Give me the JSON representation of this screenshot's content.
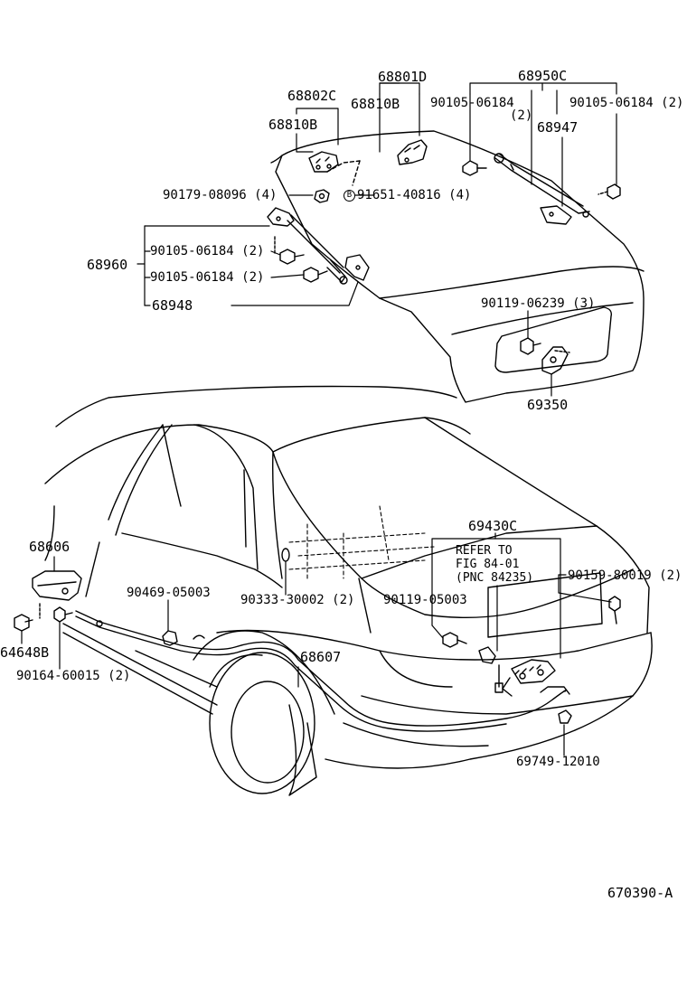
{
  "diagram_id": "670390-A",
  "labels": {
    "p68801D": "68801D",
    "p68950C": "68950C",
    "p68802C": "68802C",
    "p68810B_a": "68810B",
    "p68810B_b": "68810B",
    "p90105_06184_a": "90105-06184",
    "p90105_06184_a_qty": "(2)",
    "p90105_06184_b": "90105-06184 (2)",
    "p68947": "68947",
    "p90179_08096": "90179-08096 (4)",
    "p91651_marker": "B",
    "p91651_40816": "91651-40816 (4)",
    "p90105_06184_c": "90105-06184 (2)",
    "p68960": "68960",
    "p90105_06184_d": "90105-06184 (2)",
    "p68948": "68948",
    "p90119_06239": "90119-06239 (3)",
    "p69350": "69350",
    "p69430C": "69430C",
    "p68606": "68606",
    "refer_line1": "REFER TO",
    "refer_line2": "FIG 84-01",
    "refer_line3": "(PNC 84235)",
    "p90159_80019": "90159-80019 (2)",
    "p90469_05003": "90469-05003",
    "p90333_30002": "90333-30002 (2)",
    "p90119_05003": "90119-05003",
    "p64648B": "64648B",
    "p68607": "68607",
    "p90164_60015": "90164-60015 (2)",
    "p69749_12010": "69749-12010"
  }
}
